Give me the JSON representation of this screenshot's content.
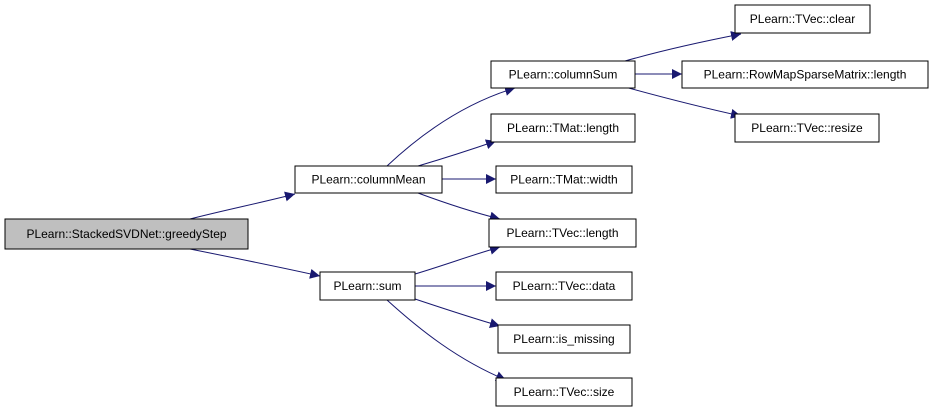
{
  "colors": {
    "edge": "#191970",
    "node_border": "#000000",
    "node_fill": "#ffffff",
    "root_fill": "#bfbfbf"
  },
  "nodes": [
    {
      "id": "greedyStep",
      "label": "PLearn::StackedSVDNet::greedyStep",
      "root": true
    },
    {
      "id": "columnMean",
      "label": "PLearn::columnMean"
    },
    {
      "id": "sum",
      "label": "PLearn::sum"
    },
    {
      "id": "columnSum",
      "label": "PLearn::columnSum"
    },
    {
      "id": "tmatLength",
      "label": "PLearn::TMat::length"
    },
    {
      "id": "tmatWidth",
      "label": "PLearn::TMat::width"
    },
    {
      "id": "tvecLength",
      "label": "PLearn::TVec::length"
    },
    {
      "id": "tvecData",
      "label": "PLearn::TVec::data"
    },
    {
      "id": "isMissing",
      "label": "PLearn::is_missing"
    },
    {
      "id": "tvecSize",
      "label": "PLearn::TVec::size"
    },
    {
      "id": "tvecClear",
      "label": "PLearn::TVec::clear"
    },
    {
      "id": "rowMapLength",
      "label": "PLearn::RowMapSparseMatrix::length"
    },
    {
      "id": "tvecResize",
      "label": "PLearn::TVec::resize"
    }
  ],
  "edges": [
    {
      "from": "greedyStep",
      "to": "columnMean"
    },
    {
      "from": "greedyStep",
      "to": "sum"
    },
    {
      "from": "columnMean",
      "to": "columnSum"
    },
    {
      "from": "columnMean",
      "to": "tmatLength"
    },
    {
      "from": "columnMean",
      "to": "tmatWidth"
    },
    {
      "from": "columnMean",
      "to": "tvecLength"
    },
    {
      "from": "sum",
      "to": "tvecLength"
    },
    {
      "from": "sum",
      "to": "tvecData"
    },
    {
      "from": "sum",
      "to": "isMissing"
    },
    {
      "from": "sum",
      "to": "tvecSize"
    },
    {
      "from": "columnSum",
      "to": "tvecClear"
    },
    {
      "from": "columnSum",
      "to": "rowMapLength"
    },
    {
      "from": "columnSum",
      "to": "tvecResize"
    }
  ]
}
